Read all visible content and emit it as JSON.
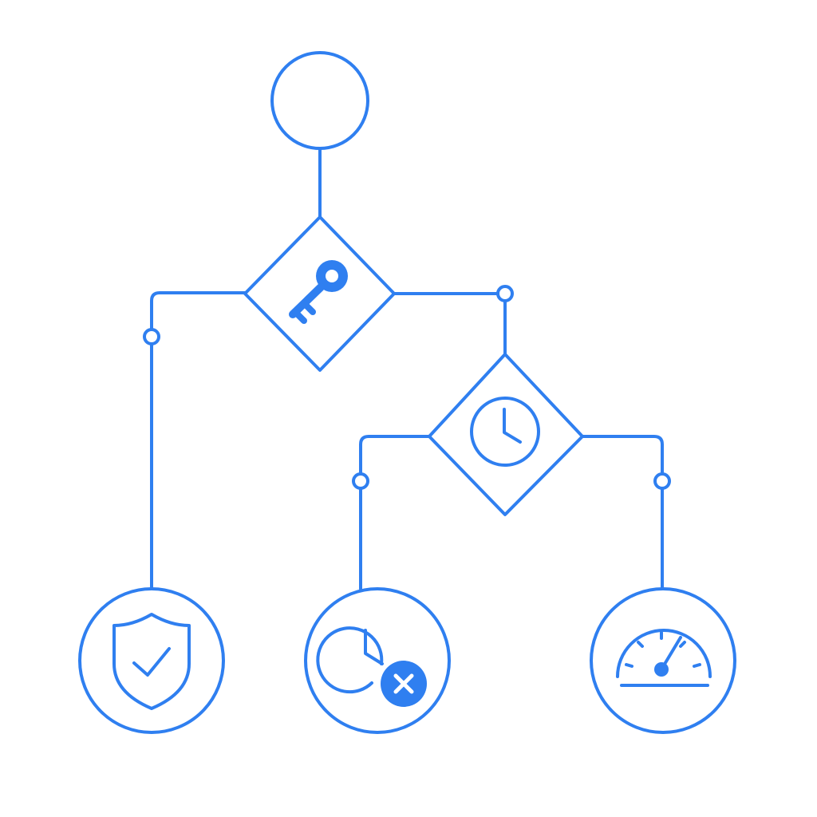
{
  "colors": {
    "accent": "#2f7ff0",
    "background": "#ffffff"
  },
  "nodes": {
    "start": {
      "shape": "circle",
      "icon": "none"
    },
    "decision_key": {
      "shape": "diamond",
      "icon": "key-icon"
    },
    "decision_clock": {
      "shape": "diamond",
      "icon": "clock-icon"
    },
    "outcome_shield": {
      "shape": "circle",
      "icon": "shield-check-icon"
    },
    "outcome_timeout": {
      "shape": "circle",
      "icon": "clock-x-icon"
    },
    "outcome_gauge": {
      "shape": "circle",
      "icon": "speedometer-icon"
    }
  },
  "edges": [
    {
      "from": "start",
      "to": "decision_key"
    },
    {
      "from": "decision_key",
      "to": "outcome_shield"
    },
    {
      "from": "decision_key",
      "to": "decision_clock"
    },
    {
      "from": "decision_clock",
      "to": "outcome_timeout"
    },
    {
      "from": "decision_clock",
      "to": "outcome_gauge"
    }
  ]
}
